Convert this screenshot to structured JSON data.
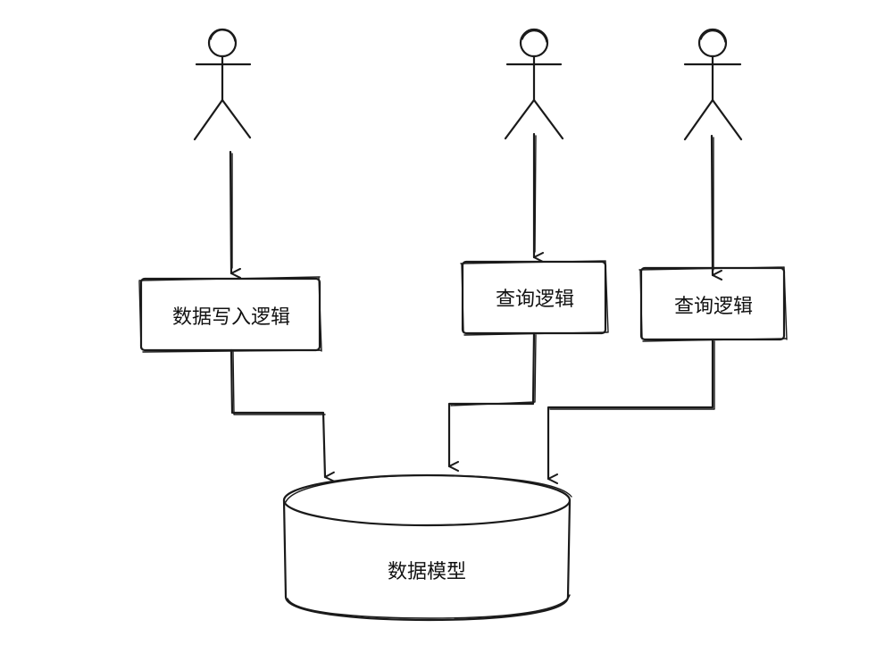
{
  "diagram": {
    "nodes": {
      "write_logic": "数据写入逻辑",
      "query_logic_1": "查询逻辑",
      "query_logic_2": "查询逻辑",
      "data_model": "数据模型"
    },
    "actors": [
      "user",
      "user",
      "user"
    ],
    "edges": [
      {
        "from": "actor-1",
        "to": "write_logic"
      },
      {
        "from": "actor-2",
        "to": "query_logic_1"
      },
      {
        "from": "actor-3",
        "to": "query_logic_2"
      },
      {
        "from": "write_logic",
        "to": "data_model"
      },
      {
        "from": "query_logic_1",
        "to": "data_model"
      },
      {
        "from": "query_logic_2",
        "to": "data_model"
      }
    ],
    "colors": {
      "ink": "#1a1a1a",
      "background": "#ffffff"
    }
  }
}
